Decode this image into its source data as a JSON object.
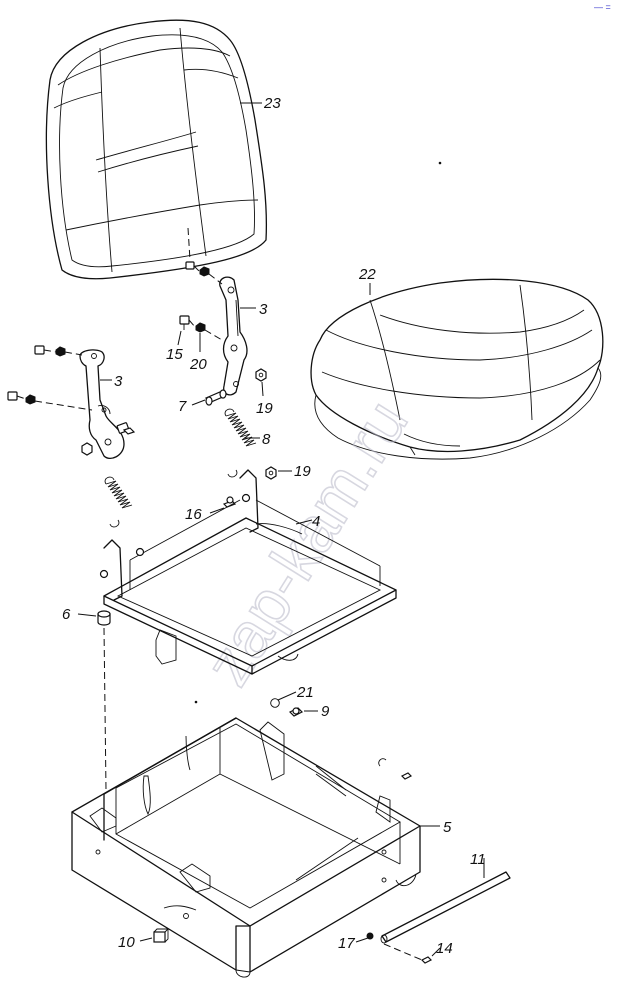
{
  "diagram": {
    "watermark": "zap-kam.ru",
    "corner_mark": "— =",
    "part_labels": {
      "p23": "23",
      "p22": "22",
      "p3a": "3",
      "p3b": "3",
      "p15": "15",
      "p20": "20",
      "p7": "7",
      "p19a": "19",
      "p8": "8",
      "p19b": "19",
      "p16": "16",
      "p4": "4",
      "p6": "6",
      "p21": "21",
      "p9": "9",
      "p5": "5",
      "p11": "11",
      "p10": "10",
      "p17": "17",
      "p14": "14"
    }
  }
}
